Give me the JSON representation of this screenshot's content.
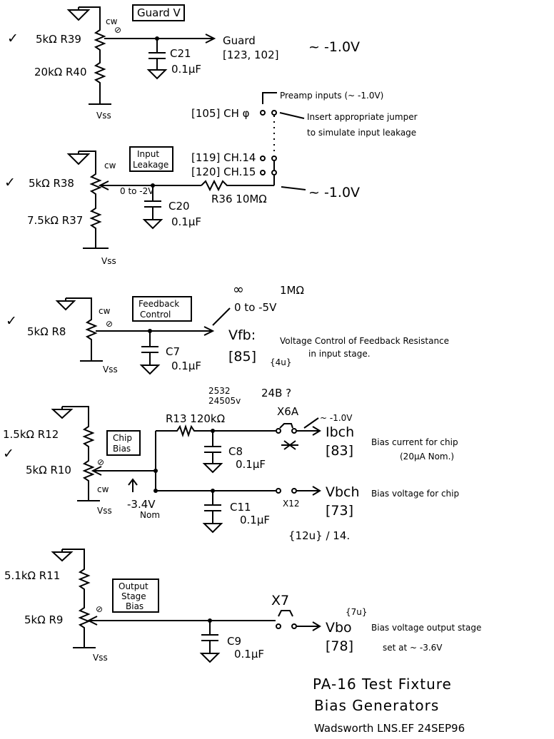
{
  "check_mark": "✓",
  "sections": {
    "guard": {
      "box_label": "Guard V",
      "r39": "5kΩ R39",
      "r40": "20kΩ R40",
      "cw": "cw",
      "wiper": "⊘",
      "c21": "C21",
      "c21_val": "0.1μF",
      "signal": "Guard",
      "pins": "[123, 102]",
      "voltage": "~ -1.0V",
      "vss": "Vss"
    },
    "input_leakage": {
      "box_line1": "Input",
      "box_line2": "Leakage",
      "r38": "5kΩ R38",
      "r37": "7.5kΩ R37",
      "cw": "cw",
      "range": "0 to -2V",
      "c20": "C20",
      "c20_val": "0.1μF",
      "r36": "R36 10MΩ",
      "preamp": "Preamp inputs (~ -1.0V)",
      "ch0": "[105] CH φ",
      "jumper1": "Insert appropriate jumper",
      "jumper2": "to simulate input leakage",
      "ch14": "[119] CH.14",
      "ch15": "[120] CH.15",
      "voltage": "~ -1.0V",
      "vss": "Vss"
    },
    "feedback": {
      "box_line1": "Feedback",
      "box_line2": "Control",
      "r8": "5kΩ R8",
      "cw": "cw",
      "wiper": "⊘",
      "inf": "∞",
      "one_meg": "1MΩ",
      "range": "0 to -5V",
      "c7": "C7",
      "c7_val": "0.1μF",
      "signal": "Vfb:",
      "desc1": "Voltage Control of Feedback Resistance",
      "desc2": "in input stage.",
      "pin": "[85]",
      "pin_note": "{4u}",
      "vss": "Vss"
    },
    "chip_bias": {
      "box_line1": "Chip",
      "box_line2": "Bias",
      "r12": "1.5kΩ R12",
      "r10": "5kΩ R10",
      "cw": "cw",
      "wiper": "⊘",
      "r13": "R13 120kΩ",
      "note_top1": "2532",
      "note_top2": "24505v",
      "note_q": "24B ?",
      "x6": "X6A",
      "x6_voltage": "~ -1.0V",
      "c8": "C8",
      "c8_val": "0.1μF",
      "c11": "C11",
      "c11_val": "0.1μF",
      "x12": "X12",
      "ibch": "Ibch",
      "ibch_pin": "[83]",
      "ibch_desc": "Bias current for chip",
      "ibch_nom": "(20μA Nom.)",
      "vbch": "Vbch",
      "vbch_pin": "[73]",
      "vbch_desc": "Bias voltage for chip",
      "wiper_v": "-3.4V",
      "wiper_nom": "Nom",
      "note_bottom": "{12u} / 14.",
      "vss": "Vss"
    },
    "output_bias": {
      "box_line1": "Output",
      "box_line2": "Stage",
      "box_line3": "Bias",
      "r11": "5.1kΩ R11",
      "r9": "5kΩ R9",
      "wiper": "⊘",
      "x7": "X7",
      "c9": "C9",
      "c9_val": "0.1μF",
      "vbo": "Vbo",
      "vbo_note": "{7u}",
      "vbo_pin": "[78]",
      "desc1": "Bias voltage output stage",
      "desc2": "set at ~ -3.6V",
      "vss": "Vss"
    }
  },
  "title_block": {
    "line1": "PA-16 Test Fixture",
    "line2": "Bias Generators",
    "line3": "Wadsworth LNS.EF 24SEP96"
  }
}
